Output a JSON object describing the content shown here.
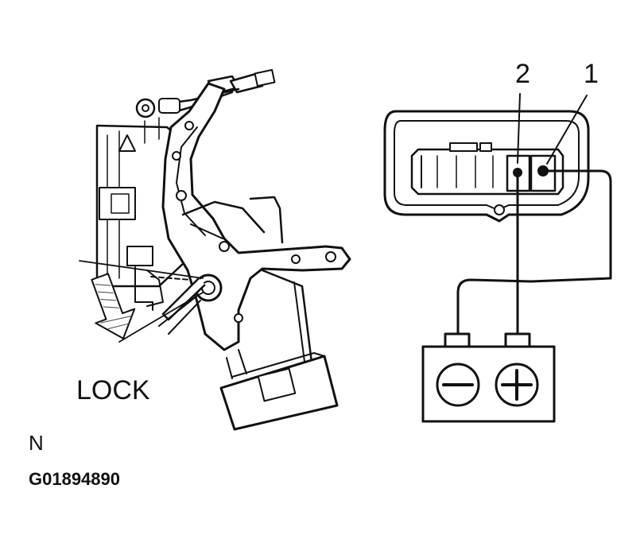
{
  "labels": {
    "lock": "LOCK",
    "terminal_1": "1",
    "terminal_2": "2",
    "note": "N",
    "figure_code": "G01894890"
  },
  "battery": {
    "negative_symbol": "−",
    "positive_symbol": "+"
  },
  "colors": {
    "ink": "#111111",
    "background": "#ffffff"
  }
}
